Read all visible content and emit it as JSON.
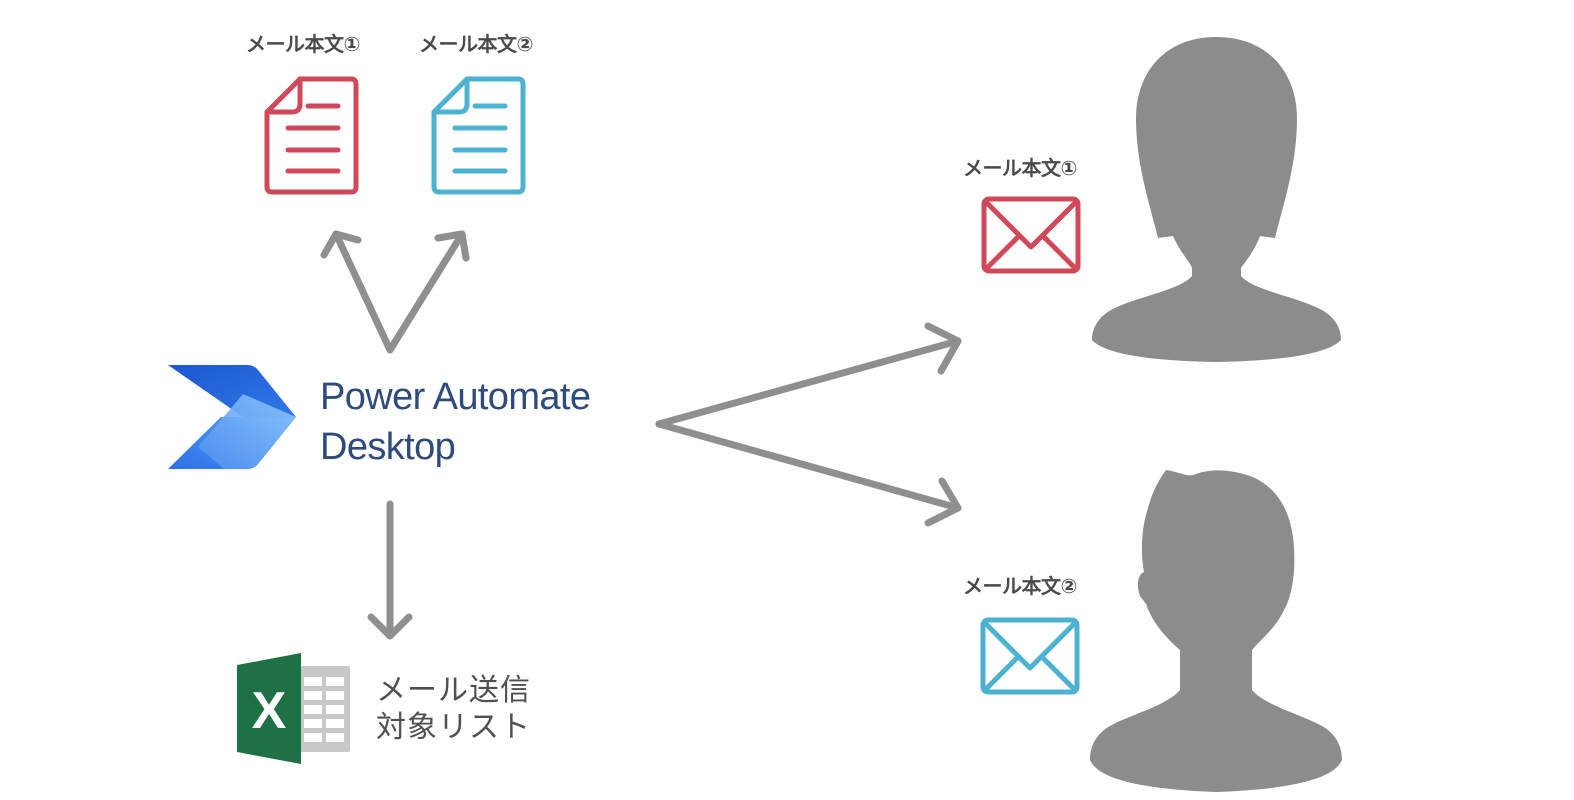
{
  "colors": {
    "red": "#d0485a",
    "cyan": "#4bb3d1",
    "arrow": "#8f8f8f",
    "person": "#8c8c8c",
    "pad_text": "#2f4b7c",
    "excel_green": "#1e7145"
  },
  "documents": [
    {
      "label": "メール本文①",
      "color": "red",
      "icon": "document-icon"
    },
    {
      "label": "メール本文②",
      "color": "cyan",
      "icon": "document-icon"
    }
  ],
  "app": {
    "line1": "Power Automate",
    "line2": "Desktop",
    "icon": "power-automate-logo"
  },
  "excel": {
    "icon": "excel-icon",
    "letter": "X",
    "line1": "メール送信",
    "line2": "対象リスト"
  },
  "recipients": [
    {
      "label": "メール本文①",
      "mail_color": "red",
      "icon": "person-silhouette-icon"
    },
    {
      "label": "メール本文②",
      "mail_color": "cyan",
      "icon": "person-silhouette-icon"
    }
  ]
}
